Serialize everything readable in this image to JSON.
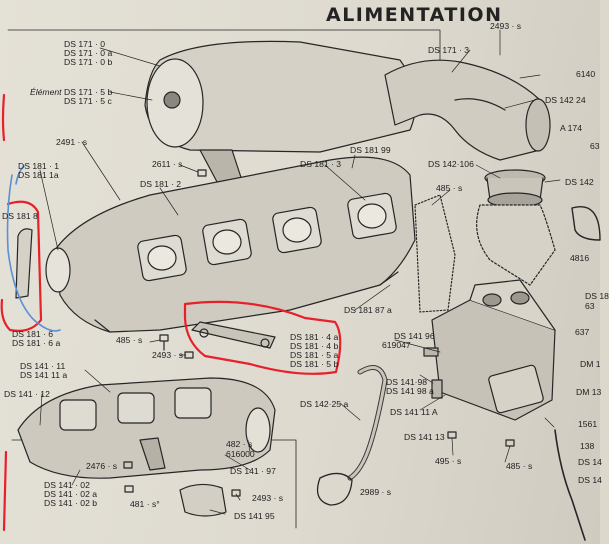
{
  "title": "ALIMENTATION",
  "colors": {
    "paper": "#e0ddd3",
    "ink": "#262626",
    "annotation_red": "#e8202a",
    "annotation_blue": "#5b8fd8"
  },
  "labels": {
    "ds171_0": "DS 171 · 0",
    "ds171_0a": "DS 171 · 0 a",
    "ds171_0b": "DS 171 · 0 b",
    "element": "Élément",
    "ds171_5b": "DS 171 · 5 b",
    "ds171_5c": "DS 171 · 5 c",
    "ds171_3": "DS 171 · 3",
    "n2493s_top": "2493 · s",
    "n6140": "6140",
    "ds142_24": "DS 142 24",
    "a174": "A 174",
    "n63": "63",
    "ds142_106": "DS 142·106",
    "ds142": "DS 142",
    "ds181_1": "DS 181 · 1",
    "ds181_1a": "DS 181 1a",
    "n2491s": "2491 · s",
    "n2611s": "2611 · s",
    "ds181_2": "DS 181 · 2",
    "ds181_99": "DS 181 99",
    "ds181_3": "DS 181 · 3",
    "n485s_top": "485 · s",
    "ds181_8": "DS 181 8",
    "n4816": "4816",
    "ds18": "DS 18",
    "ds181_6": "DS 181 · 6",
    "ds181_6a": "DS 181 · 6 a",
    "n485s_mid": "485 · s",
    "n2493s_mid": "2493 · s",
    "ds181_4a": "DS 181 · 4 a",
    "ds181_4b": "DS 181 · 4 b",
    "ds181_5a": "DS 181 · 5 a",
    "ds181_5b": "DS 181 · 5 b",
    "ds181_87a": "DS 181 87 a",
    "ds141_96": "DS 141 96",
    "n619047": "619047",
    "n63x": "63",
    "n637": "637",
    "ds141_98": "DS 141·98",
    "ds141_98a": "DS 141 98 a",
    "dm1": "DM 1",
    "dm13": "DM 13",
    "ds141_11": "DS 141 · 11",
    "ds141_11a": "DS 141 11 a",
    "ds141_12": "DS 141 · 12",
    "ds142_25a": "DS 142·25 a",
    "ds141_11A": "DS 141 11 A",
    "ds141_13": "DS 141 13",
    "n1561": "1561",
    "n138": "138",
    "n482s": "482 · s",
    "n616000": "616000",
    "n2476s": "2476 · s",
    "ds141_97": "DS 141 · 97",
    "n495s": "495 · s",
    "n485s_low": "485 · s",
    "ds14x": "DS 14",
    "ds141_02": "DS 141 · 02",
    "ds141_02a": "DS 141 · 02 a",
    "ds141_02b": "DS 141 · 02 b",
    "n481s": "481 · s°",
    "n2493s_low": "2493 · s",
    "n2989s": "2989 · s",
    "ds141_95": "DS 141 95",
    "ds14y": "DS 14"
  }
}
